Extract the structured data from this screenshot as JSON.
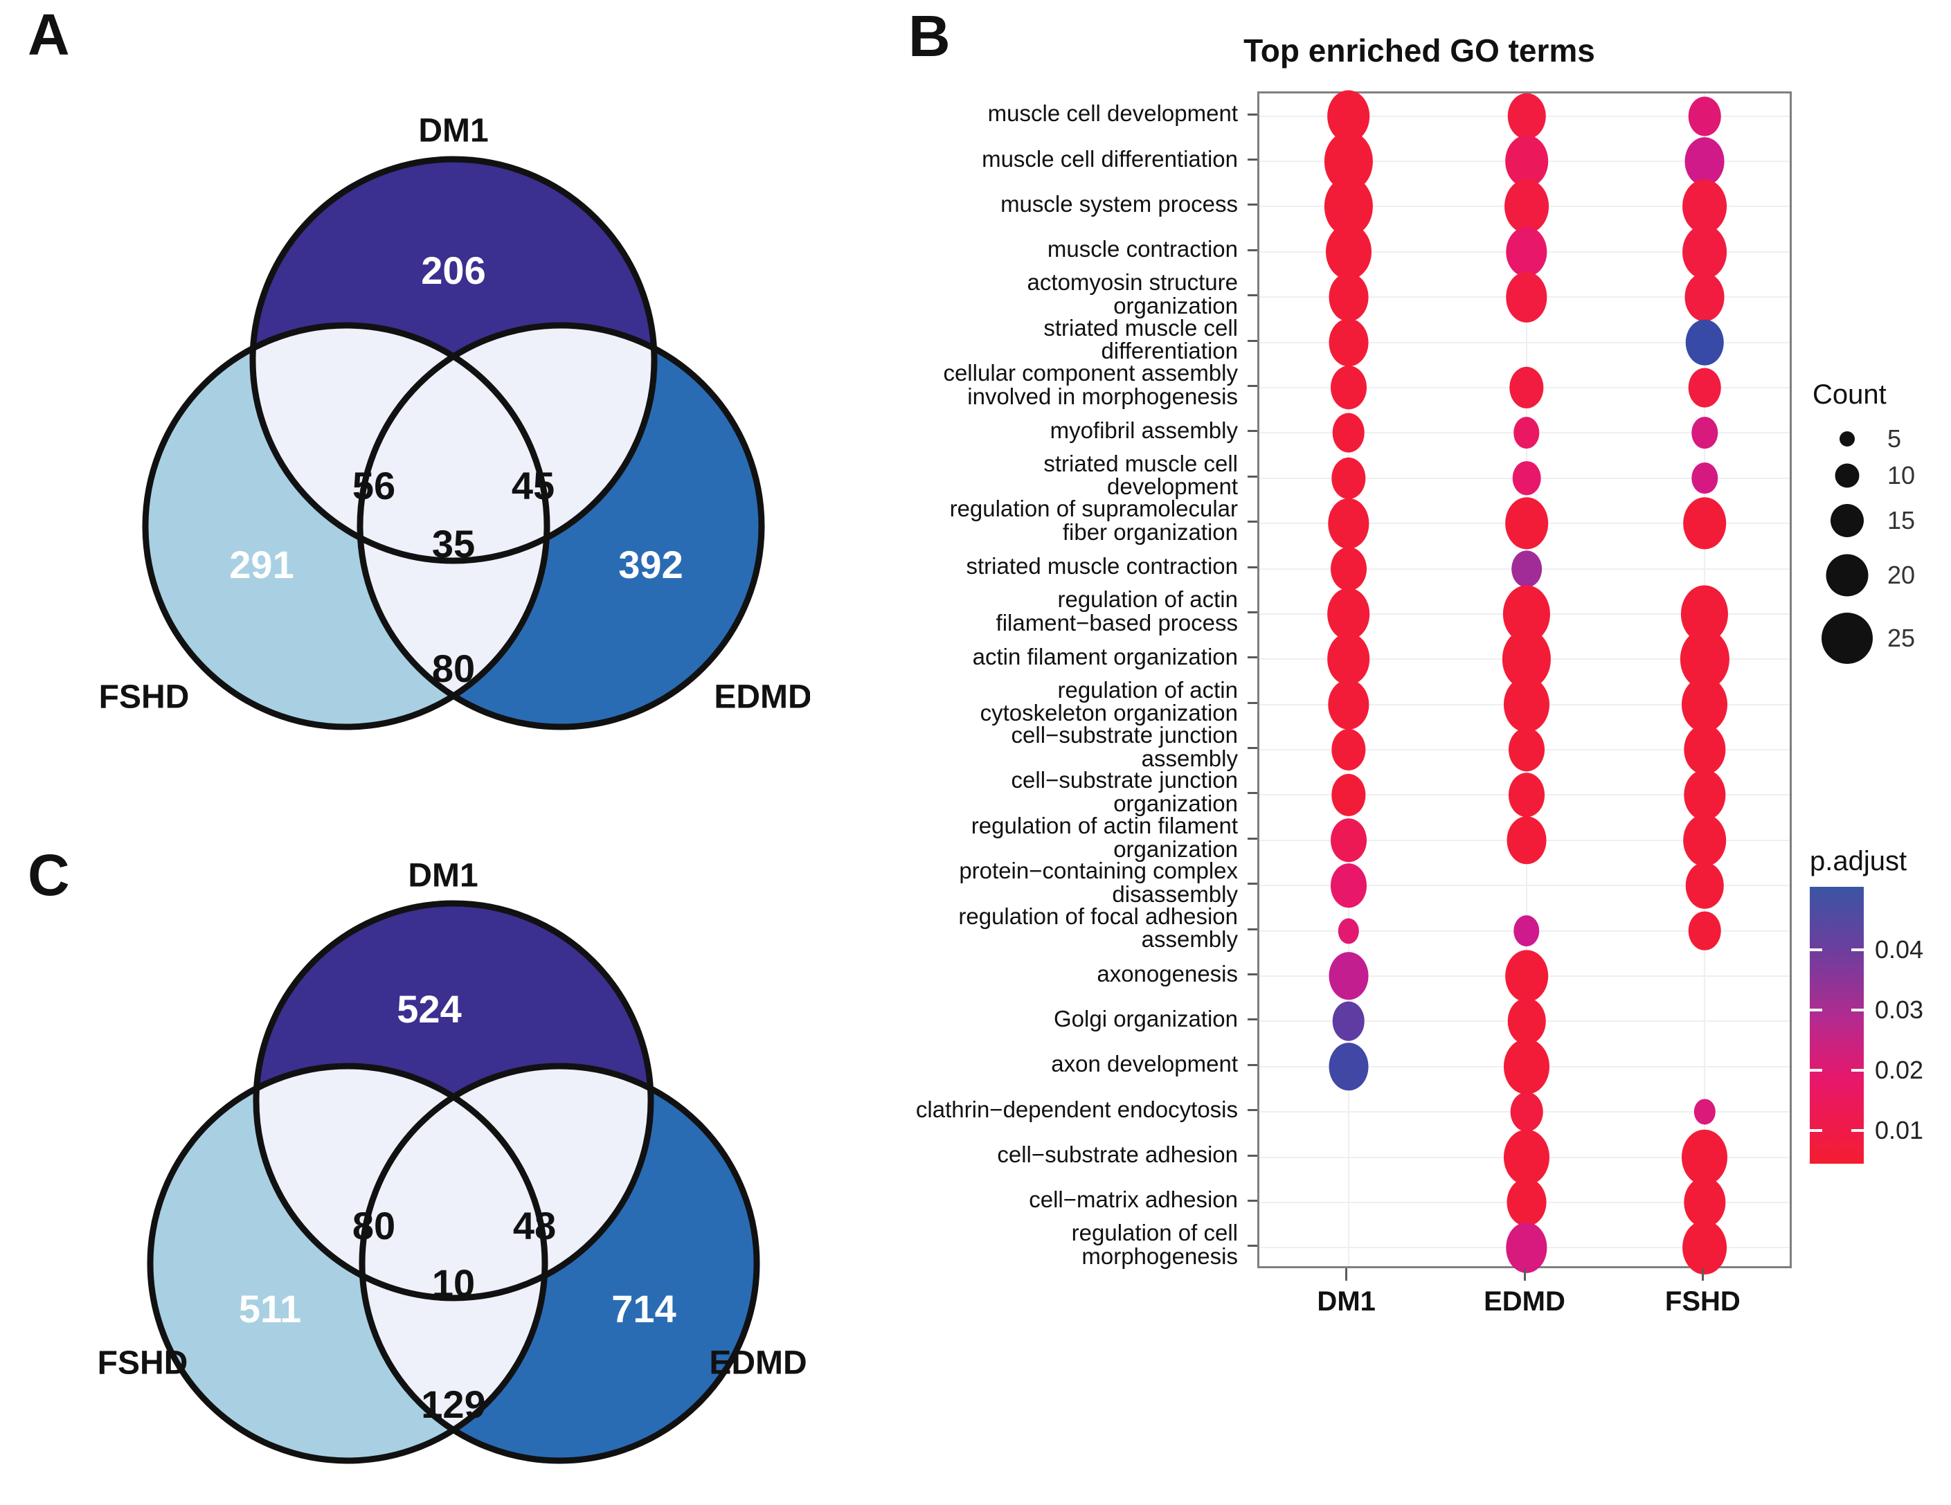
{
  "figure": {
    "panels": [
      {
        "letter": "A"
      },
      {
        "letter": "B"
      },
      {
        "letter": "C"
      }
    ]
  },
  "panelA": {
    "letter": "A",
    "type": "venn",
    "sets": [
      "DM1",
      "FSHD",
      "EDMD"
    ],
    "labels": {
      "dm1": "DM1",
      "fshd": "FSHD",
      "edmd": "EDMD"
    },
    "counts": {
      "dm1_only": "206",
      "fshd_only": "291",
      "edmd_only": "392",
      "dm1_fshd": "56",
      "dm1_edmd": "45",
      "fshd_edmd": "80",
      "all_three": "35"
    },
    "colors": {
      "dm1": "#3b2f8f",
      "fshd": "#a8d0e2",
      "edmd": "#2a6cb4",
      "overlap": "#eef0fa",
      "stroke": "#111111"
    }
  },
  "panelC": {
    "letter": "C",
    "type": "venn",
    "sets": [
      "DM1",
      "FSHD",
      "EDMD"
    ],
    "labels": {
      "dm1": "DM1",
      "fshd": "FSHD",
      "edmd": "EDMD"
    },
    "counts": {
      "dm1_only": "524",
      "fshd_only": "511",
      "edmd_only": "714",
      "dm1_fshd": "80",
      "dm1_edmd": "48",
      "fshd_edmd": "129",
      "all_three": "10"
    },
    "colors": {
      "dm1": "#3b2f8f",
      "fshd": "#a8d0e2",
      "edmd": "#2a6cb4",
      "overlap": "#eef0fa",
      "stroke": "#111111"
    }
  },
  "panelB": {
    "letter": "B",
    "title": "Top enriched GO terms",
    "legend_count_title": "Count",
    "legend_padjust_title": "p.adjust",
    "legend_count_values": [
      "5",
      "10",
      "15",
      "20",
      "25"
    ],
    "legend_padjust_ticks": [
      "0.04",
      "0.03",
      "0.02",
      "0.01"
    ]
  },
  "chart_data": {
    "type": "scatter",
    "subtype": "dotplot",
    "title": "Top enriched GO terms",
    "xlabel": "",
    "ylabel": "",
    "grid": true,
    "legend_position": "right",
    "x": [
      "DM1",
      "EDMD",
      "FSHD"
    ],
    "categories": [
      "muscle cell development",
      "muscle cell differentiation",
      "muscle system process",
      "muscle contraction",
      "actomyosin structure organization",
      "striated muscle cell differentiation",
      "cellular component assembly involved in morphogenesis",
      "myofibril assembly",
      "striated muscle cell development",
      "regulation of supramolecular fiber organization",
      "striated muscle contraction",
      "regulation of actin filament-based process",
      "actin filament organization",
      "regulation of actin cytoskeleton organization",
      "cell-substrate junction assembly",
      "cell-substrate junction organization",
      "regulation of actin filament organization",
      "protein-containing complex disassembly",
      "regulation of focal adhesion assembly",
      "axonogenesis",
      "Golgi organization",
      "axon development",
      "clathrin-dependent endocytosis",
      "cell-substrate adhesion",
      "cell-matrix adhesion",
      "regulation of cell morphogenesis"
    ],
    "category_lines": [
      [
        "muscle cell development"
      ],
      [
        "muscle cell differentiation"
      ],
      [
        "muscle system process"
      ],
      [
        "muscle contraction"
      ],
      [
        "actomyosin structure",
        "organization"
      ],
      [
        "striated muscle cell",
        "differentiation"
      ],
      [
        "cellular component assembly",
        "involved in morphogenesis"
      ],
      [
        "myofibril assembly"
      ],
      [
        "striated muscle cell",
        "development"
      ],
      [
        "regulation of supramolecular",
        "fiber organization"
      ],
      [
        "striated muscle contraction"
      ],
      [
        "regulation of actin",
        "filament−based process"
      ],
      [
        "actin filament organization"
      ],
      [
        "regulation of actin",
        "cytoskeleton organization"
      ],
      [
        "cell−substrate junction",
        "assembly"
      ],
      [
        "cell−substrate junction",
        "organization"
      ],
      [
        "regulation of actin filament",
        "organization"
      ],
      [
        "protein−containing complex",
        "disassembly"
      ],
      [
        "regulation of focal adhesion",
        "assembly"
      ],
      [
        "axonogenesis"
      ],
      [
        "Golgi organization"
      ],
      [
        "axon development"
      ],
      [
        "clathrin−dependent endocytosis"
      ],
      [
        "cell−substrate adhesion"
      ],
      [
        "cell−matrix adhesion"
      ],
      [
        "regulation of cell",
        "morphogenesis"
      ]
    ],
    "size_legend": {
      "name": "Count",
      "breaks": [
        5,
        10,
        15,
        20,
        25
      ]
    },
    "color_legend": {
      "name": "p.adjust",
      "ticks": [
        0.04,
        0.03,
        0.02,
        0.01
      ],
      "low_color": "#f41d31",
      "high_color": "#3b55a4",
      "range": [
        0.004,
        0.05
      ]
    },
    "points": [
      {
        "term": "muscle cell development",
        "x": "DM1",
        "count": 17,
        "p_adjust": 0.005
      },
      {
        "term": "muscle cell development",
        "x": "EDMD",
        "count": 14,
        "p_adjust": 0.006
      },
      {
        "term": "muscle cell development",
        "x": "FSHD",
        "count": 11,
        "p_adjust": 0.015
      },
      {
        "term": "muscle cell differentiation",
        "x": "DM1",
        "count": 21,
        "p_adjust": 0.005
      },
      {
        "term": "muscle cell differentiation",
        "x": "EDMD",
        "count": 17,
        "p_adjust": 0.01
      },
      {
        "term": "muscle cell differentiation",
        "x": "FSHD",
        "count": 15,
        "p_adjust": 0.021
      },
      {
        "term": "muscle system process",
        "x": "DM1",
        "count": 21,
        "p_adjust": 0.005
      },
      {
        "term": "muscle system process",
        "x": "EDMD",
        "count": 18,
        "p_adjust": 0.006
      },
      {
        "term": "muscle system process",
        "x": "FSHD",
        "count": 18,
        "p_adjust": 0.006
      },
      {
        "term": "muscle contraction",
        "x": "DM1",
        "count": 19,
        "p_adjust": 0.005
      },
      {
        "term": "muscle contraction",
        "x": "EDMD",
        "count": 16,
        "p_adjust": 0.012
      },
      {
        "term": "muscle contraction",
        "x": "FSHD",
        "count": 18,
        "p_adjust": 0.006
      },
      {
        "term": "actomyosin structure organization",
        "x": "DM1",
        "count": 15,
        "p_adjust": 0.005
      },
      {
        "term": "actomyosin structure organization",
        "x": "EDMD",
        "count": 16,
        "p_adjust": 0.006
      },
      {
        "term": "actomyosin structure organization",
        "x": "FSHD",
        "count": 15,
        "p_adjust": 0.006
      },
      {
        "term": "striated muscle cell differentiation",
        "x": "DM1",
        "count": 15,
        "p_adjust": 0.005
      },
      {
        "term": "striated muscle cell differentiation",
        "x": "FSHD",
        "count": 14,
        "p_adjust": 0.05
      },
      {
        "term": "cellular component assembly involved in morphogenesis",
        "x": "DM1",
        "count": 13,
        "p_adjust": 0.005
      },
      {
        "term": "cellular component assembly involved in morphogenesis",
        "x": "EDMD",
        "count": 12,
        "p_adjust": 0.006
      },
      {
        "term": "cellular component assembly involved in morphogenesis",
        "x": "FSHD",
        "count": 11,
        "p_adjust": 0.006
      },
      {
        "term": "myofibril assembly",
        "x": "DM1",
        "count": 11,
        "p_adjust": 0.005
      },
      {
        "term": "myofibril assembly",
        "x": "EDMD",
        "count": 8,
        "p_adjust": 0.011
      },
      {
        "term": "myofibril assembly",
        "x": "FSHD",
        "count": 8,
        "p_adjust": 0.018
      },
      {
        "term": "striated muscle cell development",
        "x": "DM1",
        "count": 12,
        "p_adjust": 0.005
      },
      {
        "term": "striated muscle cell development",
        "x": "EDMD",
        "count": 9,
        "p_adjust": 0.012
      },
      {
        "term": "striated muscle cell development",
        "x": "FSHD",
        "count": 8,
        "p_adjust": 0.019
      },
      {
        "term": "regulation of supramolecular fiber organization",
        "x": "DM1",
        "count": 16,
        "p_adjust": 0.005
      },
      {
        "term": "regulation of supramolecular fiber organization",
        "x": "EDMD",
        "count": 17,
        "p_adjust": 0.005
      },
      {
        "term": "regulation of supramolecular fiber organization",
        "x": "FSHD",
        "count": 17,
        "p_adjust": 0.005
      },
      {
        "term": "striated muscle contraction",
        "x": "DM1",
        "count": 13,
        "p_adjust": 0.005
      },
      {
        "term": "striated muscle contraction",
        "x": "EDMD",
        "count": 10,
        "p_adjust": 0.03
      },
      {
        "term": "regulation of actin filament-based process",
        "x": "DM1",
        "count": 17,
        "p_adjust": 0.005
      },
      {
        "term": "regulation of actin filament-based process",
        "x": "EDMD",
        "count": 20,
        "p_adjust": 0.005
      },
      {
        "term": "regulation of actin filament-based process",
        "x": "FSHD",
        "count": 20,
        "p_adjust": 0.005
      },
      {
        "term": "actin filament organization",
        "x": "DM1",
        "count": 17,
        "p_adjust": 0.005
      },
      {
        "term": "actin filament organization",
        "x": "EDMD",
        "count": 21,
        "p_adjust": 0.005
      },
      {
        "term": "actin filament organization",
        "x": "FSHD",
        "count": 21,
        "p_adjust": 0.005
      },
      {
        "term": "regulation of actin cytoskeleton organization",
        "x": "DM1",
        "count": 16,
        "p_adjust": 0.005
      },
      {
        "term": "regulation of actin cytoskeleton organization",
        "x": "EDMD",
        "count": 19,
        "p_adjust": 0.005
      },
      {
        "term": "regulation of actin cytoskeleton organization",
        "x": "FSHD",
        "count": 19,
        "p_adjust": 0.005
      },
      {
        "term": "cell-substrate junction assembly",
        "x": "DM1",
        "count": 12,
        "p_adjust": 0.005
      },
      {
        "term": "cell-substrate junction assembly",
        "x": "EDMD",
        "count": 13,
        "p_adjust": 0.005
      },
      {
        "term": "cell-substrate junction assembly",
        "x": "FSHD",
        "count": 16,
        "p_adjust": 0.005
      },
      {
        "term": "cell-substrate junction organization",
        "x": "DM1",
        "count": 12,
        "p_adjust": 0.005
      },
      {
        "term": "cell-substrate junction organization",
        "x": "EDMD",
        "count": 13,
        "p_adjust": 0.005
      },
      {
        "term": "cell-substrate junction organization",
        "x": "FSHD",
        "count": 16,
        "p_adjust": 0.005
      },
      {
        "term": "regulation of actin filament organization",
        "x": "DM1",
        "count": 13,
        "p_adjust": 0.009
      },
      {
        "term": "regulation of actin filament organization",
        "x": "EDMD",
        "count": 15,
        "p_adjust": 0.005
      },
      {
        "term": "regulation of actin filament organization",
        "x": "FSHD",
        "count": 17,
        "p_adjust": 0.005
      },
      {
        "term": "protein-containing complex disassembly",
        "x": "DM1",
        "count": 13,
        "p_adjust": 0.012
      },
      {
        "term": "protein-containing complex disassembly",
        "x": "FSHD",
        "count": 14,
        "p_adjust": 0.005
      },
      {
        "term": "regulation of focal adhesion assembly",
        "x": "DM1",
        "count": 6,
        "p_adjust": 0.014
      },
      {
        "term": "regulation of focal adhesion assembly",
        "x": "EDMD",
        "count": 8,
        "p_adjust": 0.022
      },
      {
        "term": "regulation of focal adhesion assembly",
        "x": "FSHD",
        "count": 11,
        "p_adjust": 0.005
      },
      {
        "term": "axonogenesis",
        "x": "DM1",
        "count": 15,
        "p_adjust": 0.024
      },
      {
        "term": "axonogenesis",
        "x": "EDMD",
        "count": 17,
        "p_adjust": 0.005
      },
      {
        "term": "Golgi organization",
        "x": "DM1",
        "count": 11,
        "p_adjust": 0.042
      },
      {
        "term": "Golgi organization",
        "x": "EDMD",
        "count": 14,
        "p_adjust": 0.005
      },
      {
        "term": "axon development",
        "x": "DM1",
        "count": 15,
        "p_adjust": 0.048
      },
      {
        "term": "axon development",
        "x": "EDMD",
        "count": 19,
        "p_adjust": 0.005
      },
      {
        "term": "clathrin-dependent endocytosis",
        "x": "EDMD",
        "count": 11,
        "p_adjust": 0.006
      },
      {
        "term": "clathrin-dependent endocytosis",
        "x": "FSHD",
        "count": 6,
        "p_adjust": 0.017
      },
      {
        "term": "cell-substrate adhesion",
        "x": "EDMD",
        "count": 19,
        "p_adjust": 0.005
      },
      {
        "term": "cell-substrate adhesion",
        "x": "FSHD",
        "count": 19,
        "p_adjust": 0.005
      },
      {
        "term": "cell-matrix adhesion",
        "x": "EDMD",
        "count": 15,
        "p_adjust": 0.005
      },
      {
        "term": "cell-matrix adhesion",
        "x": "FSHD",
        "count": 16,
        "p_adjust": 0.005
      },
      {
        "term": "regulation of cell morphogenesis",
        "x": "EDMD",
        "count": 16,
        "p_adjust": 0.018
      },
      {
        "term": "regulation of cell morphogenesis",
        "x": "FSHD",
        "count": 18,
        "p_adjust": 0.005
      }
    ]
  }
}
